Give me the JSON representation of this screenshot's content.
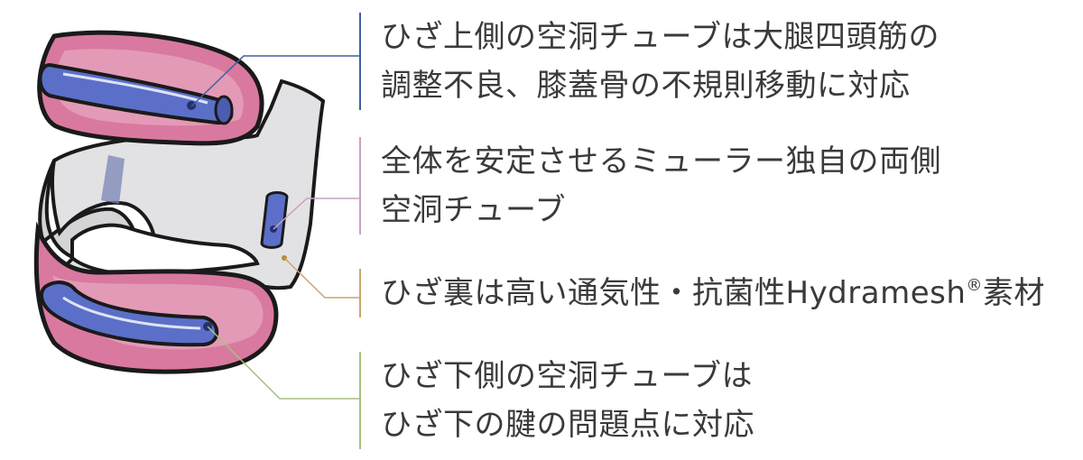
{
  "callouts": [
    {
      "lines": [
        "ひざ上側の空洞チューブは大腿四頭筋の",
        "調整不良、膝蓋骨の不規則移動に対応"
      ],
      "color": "#3f5f9f"
    },
    {
      "lines": [
        "全体を安定させるミューラー独自の両側",
        "空洞チューブ"
      ],
      "color": "#c9a0c0"
    },
    {
      "text": "ひざ裏は高い通気性・抗菌性Hydramesh",
      "mark": "®",
      "suffix": "素材",
      "color": "#c7a66f"
    },
    {
      "lines": [
        "ひざ下側の空洞チューブは",
        "ひざ下の腱の問題点に対応"
      ],
      "color": "#a7c07f"
    }
  ],
  "colors": {
    "pad_pink": "#d9799f",
    "pad_pink_light": "#e7a2bd",
    "tube_blue": "#5b6fc9",
    "fabric_gray": "#e2e2e4",
    "outline": "#1a1a1a"
  }
}
